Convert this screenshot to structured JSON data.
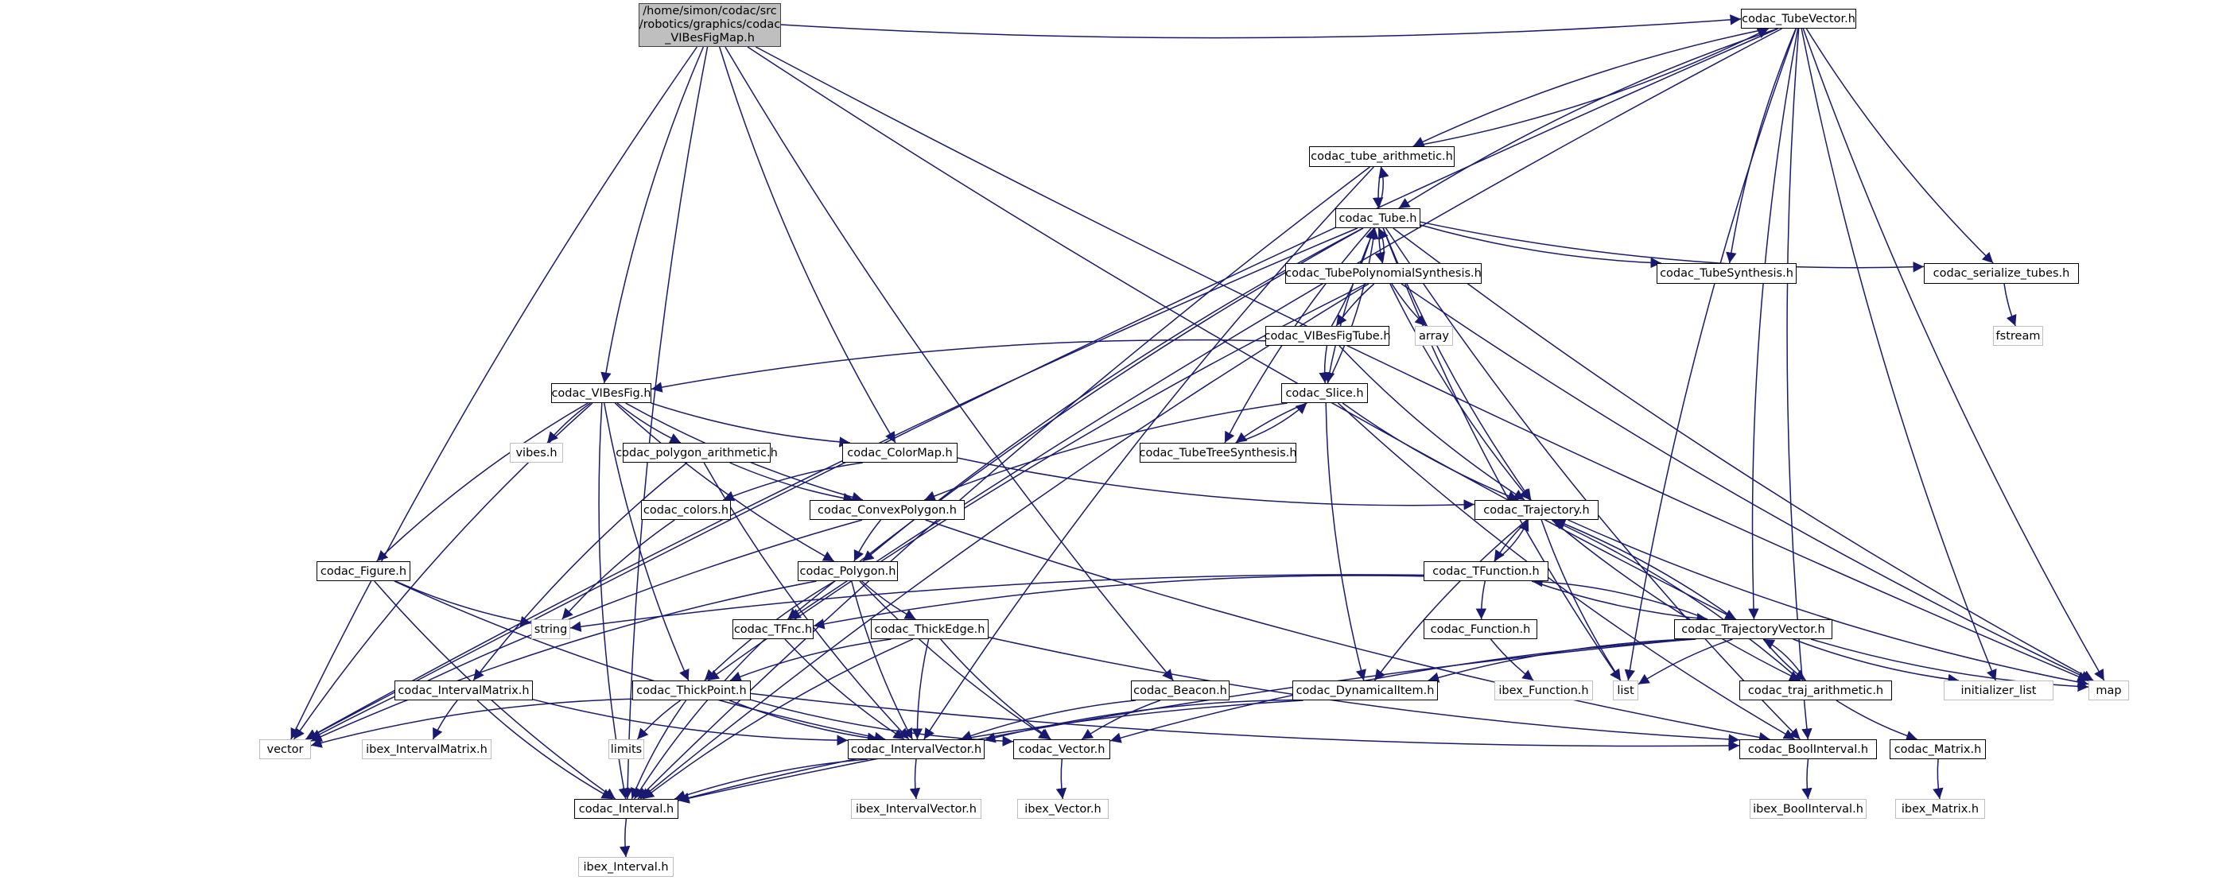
{
  "title": "Include dependency graph for codac_VIBesFigMap.h",
  "colors": {
    "edge": "#191970",
    "node_border": "#000000",
    "ext_border": "#bfbfbf",
    "root_fill": "#bfbfbf"
  },
  "root": {
    "id": "root",
    "lines": [
      "/home/simon/codac/src",
      "/robotics/graphics/codac",
      "_VIBesFigMap.h"
    ]
  },
  "nodes": [
    {
      "id": "TubeVector",
      "label": "codac_TubeVector.h",
      "ext": false
    },
    {
      "id": "tube_arith",
      "label": "codac_tube_arithmetic.h",
      "ext": false
    },
    {
      "id": "Tube",
      "label": "codac_Tube.h",
      "ext": false
    },
    {
      "id": "TubePoly",
      "label": "codac_TubePolynomialSynthesis.h",
      "ext": false
    },
    {
      "id": "TubeSynth",
      "label": "codac_TubeSynthesis.h",
      "ext": false
    },
    {
      "id": "serialize",
      "label": "codac_serialize_tubes.h",
      "ext": false
    },
    {
      "id": "fstream",
      "label": "fstream",
      "ext": true
    },
    {
      "id": "array",
      "label": "array",
      "ext": true
    },
    {
      "id": "VIBesFigTube",
      "label": "codac_VIBesFigTube.h",
      "ext": false
    },
    {
      "id": "VIBesFig",
      "label": "codac_VIBesFig.h",
      "ext": false
    },
    {
      "id": "Slice",
      "label": "codac_Slice.h",
      "ext": false
    },
    {
      "id": "vibes",
      "label": "vibes.h",
      "ext": true
    },
    {
      "id": "poly_arith",
      "label": "codac_polygon_arithmetic.h",
      "ext": false
    },
    {
      "id": "ColorMap",
      "label": "codac_ColorMap.h",
      "ext": false
    },
    {
      "id": "TubeTree",
      "label": "codac_TubeTreeSynthesis.h",
      "ext": false
    },
    {
      "id": "colors",
      "label": "codac_colors.h",
      "ext": false
    },
    {
      "id": "ConvexPolygon",
      "label": "codac_ConvexPolygon.h",
      "ext": false
    },
    {
      "id": "Trajectory",
      "label": "codac_Trajectory.h",
      "ext": false
    },
    {
      "id": "Figure",
      "label": "codac_Figure.h",
      "ext": false
    },
    {
      "id": "Polygon",
      "label": "codac_Polygon.h",
      "ext": false
    },
    {
      "id": "TFunction",
      "label": "codac_TFunction.h",
      "ext": false
    },
    {
      "id": "string",
      "label": "string",
      "ext": true
    },
    {
      "id": "TFnc",
      "label": "codac_TFnc.h",
      "ext": false
    },
    {
      "id": "ThickEdge",
      "label": "codac_ThickEdge.h",
      "ext": false
    },
    {
      "id": "Function",
      "label": "codac_Function.h",
      "ext": false
    },
    {
      "id": "TrajVector",
      "label": "codac_TrajectoryVector.h",
      "ext": false
    },
    {
      "id": "IntervalMatrix",
      "label": "codac_IntervalMatrix.h",
      "ext": false
    },
    {
      "id": "ThickPoint",
      "label": "codac_ThickPoint.h",
      "ext": false
    },
    {
      "id": "Beacon",
      "label": "codac_Beacon.h",
      "ext": false
    },
    {
      "id": "DynamicalItem",
      "label": "codac_DynamicalItem.h",
      "ext": false
    },
    {
      "id": "ibex_Function",
      "label": "ibex_Function.h",
      "ext": true
    },
    {
      "id": "list",
      "label": "list",
      "ext": true
    },
    {
      "id": "traj_arith",
      "label": "codac_traj_arithmetic.h",
      "ext": false
    },
    {
      "id": "init_list",
      "label": "initializer_list",
      "ext": true
    },
    {
      "id": "map",
      "label": "map",
      "ext": true
    },
    {
      "id": "vector",
      "label": "vector",
      "ext": true
    },
    {
      "id": "ibex_IntervalMatrix",
      "label": "ibex_IntervalMatrix.h",
      "ext": true
    },
    {
      "id": "limits",
      "label": "limits",
      "ext": true
    },
    {
      "id": "IntervalVector",
      "label": "codac_IntervalVector.h",
      "ext": false
    },
    {
      "id": "Vector",
      "label": "codac_Vector.h",
      "ext": false
    },
    {
      "id": "BoolInterval",
      "label": "codac_BoolInterval.h",
      "ext": false
    },
    {
      "id": "Matrix",
      "label": "codac_Matrix.h",
      "ext": false
    },
    {
      "id": "Interval",
      "label": "codac_Interval.h",
      "ext": false
    },
    {
      "id": "ibex_IntervalVector",
      "label": "ibex_IntervalVector.h",
      "ext": true
    },
    {
      "id": "ibex_Vector",
      "label": "ibex_Vector.h",
      "ext": true
    },
    {
      "id": "ibex_BoolInterval",
      "label": "ibex_BoolInterval.h",
      "ext": true
    },
    {
      "id": "ibex_Matrix",
      "label": "ibex_Matrix.h",
      "ext": true
    },
    {
      "id": "ibex_Interval",
      "label": "ibex_Interval.h",
      "ext": true
    }
  ],
  "edges": [
    [
      "root",
      "TubeVector"
    ],
    [
      "root",
      "VIBesFig"
    ],
    [
      "root",
      "ColorMap"
    ],
    [
      "root",
      "Beacon"
    ],
    [
      "root",
      "TrajVector"
    ],
    [
      "root",
      "map"
    ],
    [
      "root",
      "vector"
    ],
    [
      "root",
      "Interval"
    ],
    [
      "TubeVector",
      "tube_arith"
    ],
    [
      "TubeVector",
      "Tube"
    ],
    [
      "TubeVector",
      "TubeSynth"
    ],
    [
      "TubeVector",
      "serialize"
    ],
    [
      "TubeVector",
      "TrajVector"
    ],
    [
      "TubeVector",
      "list"
    ],
    [
      "TubeVector",
      "init_list"
    ],
    [
      "TubeVector",
      "map"
    ],
    [
      "TubeVector",
      "BoolInterval"
    ],
    [
      "TubeVector",
      "vector"
    ],
    [
      "TubeVector",
      "TFnc"
    ],
    [
      "tube_arith",
      "TubeVector"
    ],
    [
      "tube_arith",
      "Tube"
    ],
    [
      "tube_arith",
      "IntervalVector"
    ],
    [
      "tube_arith",
      "Interval"
    ],
    [
      "Tube",
      "tube_arith"
    ],
    [
      "Tube",
      "TubePoly"
    ],
    [
      "Tube",
      "TubeSynth"
    ],
    [
      "Tube",
      "serialize"
    ],
    [
      "Tube",
      "Slice"
    ],
    [
      "Tube",
      "TubeTree"
    ],
    [
      "Tube",
      "Trajectory"
    ],
    [
      "Tube",
      "list"
    ],
    [
      "Tube",
      "map"
    ],
    [
      "Tube",
      "BoolInterval"
    ],
    [
      "Tube",
      "Polygon"
    ],
    [
      "Tube",
      "vector"
    ],
    [
      "Tube",
      "TFnc"
    ],
    [
      "TubePoly",
      "Tube"
    ],
    [
      "TubePoly",
      "VIBesFigTube"
    ],
    [
      "TubePoly",
      "array"
    ],
    [
      "TubePoly",
      "Trajectory"
    ],
    [
      "TubePoly",
      "map"
    ],
    [
      "TubePoly",
      "Interval"
    ],
    [
      "TubePoly",
      "ThickPoint"
    ],
    [
      "serialize",
      "fstream"
    ],
    [
      "VIBesFigTube",
      "Tube"
    ],
    [
      "VIBesFigTube",
      "VIBesFig"
    ],
    [
      "VIBesFigTube",
      "Slice"
    ],
    [
      "VIBesFigTube",
      "Trajectory"
    ],
    [
      "VIBesFig",
      "vibes"
    ],
    [
      "VIBesFig",
      "poly_arith"
    ],
    [
      "VIBesFig",
      "ColorMap"
    ],
    [
      "VIBesFig",
      "ConvexPolygon"
    ],
    [
      "VIBesFig",
      "Figure"
    ],
    [
      "VIBesFig",
      "Polygon"
    ],
    [
      "VIBesFig",
      "ThickPoint"
    ],
    [
      "VIBesFig",
      "vector"
    ],
    [
      "VIBesFig",
      "Interval"
    ],
    [
      "Slice",
      "Tube"
    ],
    [
      "Slice",
      "TubeTree"
    ],
    [
      "Slice",
      "ConvexPolygon"
    ],
    [
      "Slice",
      "Trajectory"
    ],
    [
      "Slice",
      "DynamicalItem"
    ],
    [
      "Slice",
      "BoolInterval"
    ],
    [
      "TubeTree",
      "Slice"
    ],
    [
      "poly_arith",
      "ConvexPolygon"
    ],
    [
      "poly_arith",
      "IntervalMatrix"
    ],
    [
      "poly_arith",
      "IntervalVector"
    ],
    [
      "ColorMap",
      "colors"
    ],
    [
      "ColorMap",
      "Trajectory"
    ],
    [
      "colors",
      "string"
    ],
    [
      "ConvexPolygon",
      "Polygon"
    ],
    [
      "ConvexPolygon",
      "vector"
    ],
    [
      "ConvexPolygon",
      "BoolInterval"
    ],
    [
      "Trajectory",
      "TFunction"
    ],
    [
      "Trajectory",
      "list"
    ],
    [
      "Trajectory",
      "map"
    ],
    [
      "Trajectory",
      "DynamicalItem"
    ],
    [
      "Trajectory",
      "traj_arith"
    ],
    [
      "Figure",
      "string"
    ],
    [
      "Figure",
      "Interval"
    ],
    [
      "Figure",
      "IntervalVector"
    ],
    [
      "Polygon",
      "ThickEdge"
    ],
    [
      "Polygon",
      "IntervalVector"
    ],
    [
      "Polygon",
      "Vector"
    ],
    [
      "Polygon",
      "vector"
    ],
    [
      "Polygon",
      "ThickPoint"
    ],
    [
      "TFunction",
      "Trajectory"
    ],
    [
      "TFunction",
      "string"
    ],
    [
      "TFunction",
      "TFnc"
    ],
    [
      "TFunction",
      "Function"
    ],
    [
      "TFunction",
      "TrajVector"
    ],
    [
      "TFnc",
      "IntervalVector"
    ],
    [
      "TFnc",
      "Interval"
    ],
    [
      "ThickEdge",
      "ThickPoint"
    ],
    [
      "ThickEdge",
      "IntervalVector"
    ],
    [
      "ThickEdge",
      "Vector"
    ],
    [
      "ThickEdge",
      "BoolInterval"
    ],
    [
      "ThickEdge",
      "Interval"
    ],
    [
      "Function",
      "ibex_Function"
    ],
    [
      "TrajVector",
      "Trajectory"
    ],
    [
      "TrajVector",
      "TFunction"
    ],
    [
      "TrajVector",
      "DynamicalItem"
    ],
    [
      "TrajVector",
      "list"
    ],
    [
      "TrajVector",
      "traj_arith"
    ],
    [
      "TrajVector",
      "init_list"
    ],
    [
      "TrajVector",
      "map"
    ],
    [
      "TrajVector",
      "Vector"
    ],
    [
      "TrajVector",
      "Interval"
    ],
    [
      "IntervalMatrix",
      "ibex_IntervalMatrix"
    ],
    [
      "IntervalMatrix",
      "Interval"
    ],
    [
      "IntervalMatrix",
      "IntervalVector"
    ],
    [
      "ThickPoint",
      "vector"
    ],
    [
      "ThickPoint",
      "limits"
    ],
    [
      "ThickPoint",
      "IntervalVector"
    ],
    [
      "ThickPoint",
      "Vector"
    ],
    [
      "ThickPoint",
      "BoolInterval"
    ],
    [
      "ThickPoint",
      "Interval"
    ],
    [
      "Beacon",
      "IntervalVector"
    ],
    [
      "Beacon",
      "Vector"
    ],
    [
      "DynamicalItem",
      "IntervalVector"
    ],
    [
      "DynamicalItem",
      "Interval"
    ],
    [
      "traj_arith",
      "Trajectory"
    ],
    [
      "traj_arith",
      "TrajVector"
    ],
    [
      "traj_arith",
      "Matrix"
    ],
    [
      "IntervalVector",
      "Interval"
    ],
    [
      "IntervalVector",
      "ibex_IntervalVector"
    ],
    [
      "Vector",
      "ibex_Vector"
    ],
    [
      "BoolInterval",
      "ibex_BoolInterval"
    ],
    [
      "Matrix",
      "ibex_Matrix"
    ],
    [
      "Interval",
      "ibex_Interval"
    ]
  ]
}
